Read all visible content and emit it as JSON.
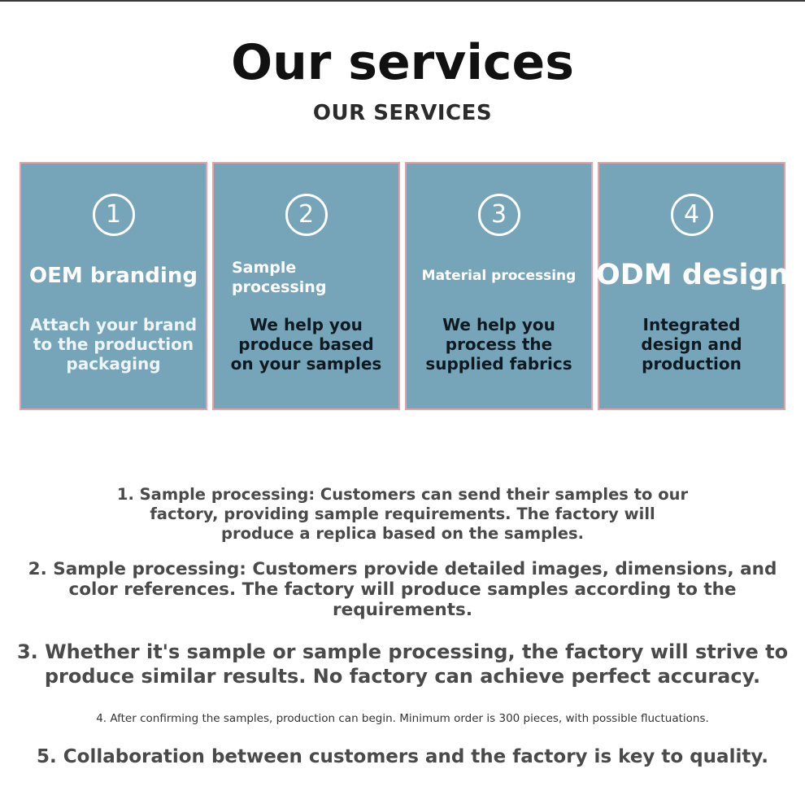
{
  "header": {
    "title": "Our services",
    "subtitle": "OUR SERVICES"
  },
  "cards": [
    {
      "number": "1",
      "title_1": "OEM branding",
      "title_2": "",
      "desc_1": "Attach your brand",
      "desc_2": "to the production",
      "desc_3": "packaging"
    },
    {
      "number": "2",
      "title_1": "Sample",
      "title_2": "processing",
      "desc_1": "We help you",
      "desc_2": "produce based",
      "desc_3": "on your samples"
    },
    {
      "number": "3",
      "title_1": "Material processing",
      "title_2": "",
      "desc_1": "We help you",
      "desc_2": "process the",
      "desc_3": "supplied fabrics"
    },
    {
      "number": "4",
      "title_1": "ODM design",
      "title_2": "",
      "desc_1": "Integrated",
      "desc_2": "design and",
      "desc_3": "production"
    }
  ],
  "notes": {
    "n1_l1": "1. Sample processing: Customers can send their samples to our",
    "n1_l2": "factory, providing sample requirements. The factory will",
    "n1_l3": "produce a replica based on the samples.",
    "n2_l1": "2. Sample processing: Customers provide detailed images, dimensions, and",
    "n2_l2": "color references. The factory will produce samples according to the",
    "n2_l3": "requirements.",
    "n3_l1": "3. Whether it's sample or sample processing, the factory will strive to",
    "n3_l2": "produce similar results. No factory can achieve perfect accuracy.",
    "n4": "4. After confirming the samples, production can begin. Minimum order is 300 pieces, with possible fluctuations.",
    "n5": "5. Collaboration between customers and the factory is key to quality."
  }
}
